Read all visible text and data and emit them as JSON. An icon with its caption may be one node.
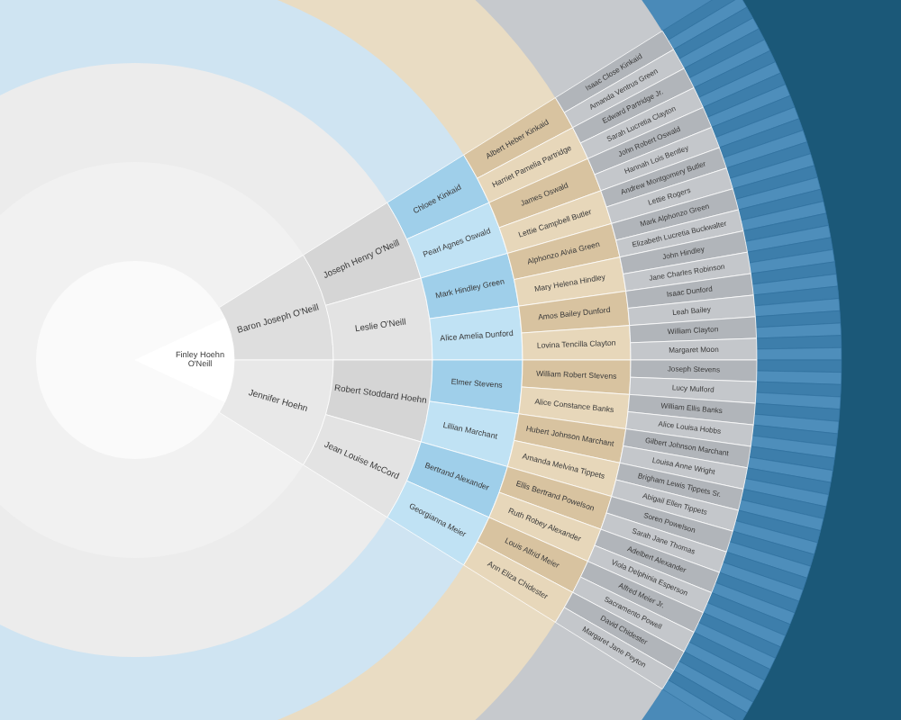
{
  "diagram": {
    "nodes": [
      {
        "text": [
          "Finley Hoehn O'Neill"
        ]
      },
      {
        "text": [
          "Baron Joseph O'Neill"
        ]
      },
      {
        "text": [
          "Jennifer Hoehn"
        ]
      },
      {
        "text": [
          "Joseph Henry O'Neill"
        ]
      },
      {
        "text": [
          "Leslie O'Neill"
        ]
      },
      {
        "text": [
          "Robert Stoddard Hoehn"
        ]
      },
      {
        "text": [
          "Jean Louise McCord"
        ]
      },
      {
        "text": [
          "Chloee Kinkaid"
        ]
      },
      {
        "text": [
          "Pearl Agnes Oswald"
        ]
      },
      {
        "text": [
          "Mark Hindley Green"
        ]
      },
      {
        "text": [
          "Alice Amelia Dunford"
        ]
      },
      {
        "text": [
          "Elmer Stevens"
        ]
      },
      {
        "text": [
          "Lillian Marchant"
        ]
      },
      {
        "text": [
          "Bertrand Alexander"
        ]
      },
      {
        "text": [
          "Georgianna Meier"
        ]
      },
      {
        "text": [
          "Albert Heber Kinkaid"
        ]
      },
      {
        "text": [
          "Harriet Pamelia Partridge"
        ]
      },
      {
        "text": [
          "James Oswald"
        ]
      },
      {
        "text": [
          "Lettie Campbell Butler"
        ]
      },
      {
        "text": [
          "Alphonzo Alvia Green"
        ]
      },
      {
        "text": [
          "Mary Helena Hindley"
        ]
      },
      {
        "text": [
          "Amos Bailey Dunford"
        ]
      },
      {
        "text": [
          "Lovina Tencilla Clayton"
        ]
      },
      {
        "text": [
          "William Robert Stevens"
        ]
      },
      {
        "text": [
          "Alice Constance Banks"
        ]
      },
      {
        "text": [
          "Hubert Johnson Marchant"
        ]
      },
      {
        "text": [
          "Amanda Melvina Tippets"
        ]
      },
      {
        "text": [
          "Ellis Bertrand Powelson"
        ]
      },
      {
        "text": [
          "Ruth Robey Alexander"
        ]
      },
      {
        "text": [
          "Louis Alfrid Meier"
        ]
      },
      {
        "text": [
          "Ann Eliza Chidester"
        ]
      },
      {
        "text": [
          "Isaac Close Kinkaid"
        ]
      },
      {
        "text": [
          "Amanda Ventrus Green"
        ]
      },
      {
        "text": [
          "Edward Partridge Jr."
        ]
      },
      {
        "text": [
          "Sarah Lucretia Clayton"
        ]
      },
      {
        "text": [
          "John Robert Oswald"
        ]
      },
      {
        "text": [
          "Hannah Lois Bentley"
        ]
      },
      {
        "text": [
          "Andrew Montgomery Butler"
        ]
      },
      {
        "text": [
          "Lettie Rogers"
        ]
      },
      {
        "text": [
          "Mark Alphonzo Green"
        ]
      },
      {
        "text": [
          "Elizabeth Lucretia Buckwalter"
        ]
      },
      {
        "text": [
          "John Hindley"
        ]
      },
      {
        "text": [
          "Jane Charles Robinson"
        ]
      },
      {
        "text": [
          "Isaac Dunford"
        ]
      },
      {
        "text": [
          "Leah Bailey"
        ]
      },
      {
        "text": [
          "William Clayton"
        ]
      },
      {
        "text": [
          "Margaret Moon"
        ]
      },
      {
        "text": [
          "Joseph Stevens"
        ]
      },
      {
        "text": [
          "Lucy Mulford"
        ]
      },
      {
        "text": [
          "William Ellis Banks"
        ]
      },
      {
        "text": [
          "Alice Louisa Hobbs"
        ]
      },
      {
        "text": [
          "Gilbert Johnson Marchant"
        ]
      },
      {
        "text": [
          "Louisa Anne Wright"
        ]
      },
      {
        "text": [
          "Brigham Lewis Tippets Sr."
        ]
      },
      {
        "text": [
          "Abigail Ellen Tippets"
        ]
      },
      {
        "text": [
          "Soren Powelson"
        ]
      },
      {
        "text": [
          "Sarah Jane Thomas"
        ]
      },
      {
        "text": [
          "Adelbert Alexander"
        ]
      },
      {
        "text": [
          "Viola Delphinia Esperson"
        ]
      },
      {
        "text": [
          "Alfred Meier Jr."
        ]
      },
      {
        "text": [
          "Sacramento Powell"
        ]
      },
      {
        "text": [
          "David Chidester"
        ]
      },
      {
        "text": [
          "Margaret Jane Peyton"
        ]
      }
    ]
  }
}
